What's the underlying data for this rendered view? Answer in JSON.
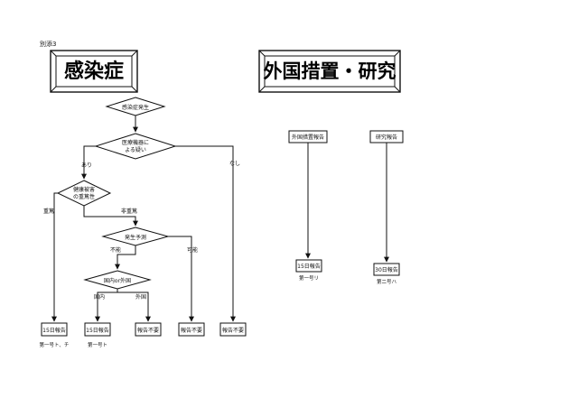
{
  "doc": {
    "label": "別添3"
  },
  "left": {
    "title": "感染症",
    "nodes": {
      "onset": "感染症発生",
      "medical": [
        "医療機器に",
        "よる疑い"
      ],
      "health": [
        "健康被害",
        "の重篤性"
      ],
      "forecast": "発生予測",
      "domestic": "国内or外国",
      "report1": "15日報告",
      "report2": "15日報告",
      "noreport1": "報告不要",
      "noreport2": "報告不要",
      "noreport3": "報告不要"
    },
    "labels": {
      "yes": "あり",
      "no": "なし",
      "serious": "重篤",
      "nonserious": "非重篤",
      "impossible": "不能",
      "possible": "可能",
      "domestic": "国内",
      "foreign": "外国"
    },
    "notes": {
      "item1": "第一号ト、チ",
      "item2": "第一号ト"
    }
  },
  "right": {
    "title": "外国措置・研究",
    "nodes": {
      "foreign_measure": "外国措置報告",
      "research": "研究報告",
      "report15": "15日報告",
      "report30": "30日報告"
    },
    "notes": {
      "item1": "第一号リ",
      "item2": "第二号ハ"
    }
  }
}
